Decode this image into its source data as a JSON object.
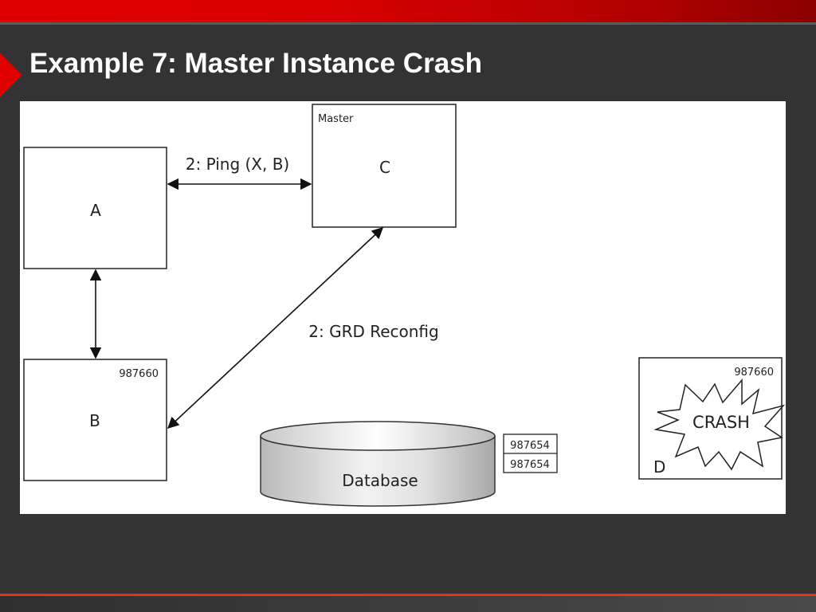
{
  "slide": {
    "title": "Example 7: Master Instance Crash"
  },
  "diagram": {
    "node_a_label": "A",
    "node_b_label": "B",
    "node_b_scn": "987660",
    "node_c_label": "C",
    "node_c_role": "Master",
    "node_d_label": "D",
    "node_d_scn": "987660",
    "crash_label": "CRASH",
    "ping_label": "2: Ping (X, B)",
    "reconfig_label": "2: GRD Reconfig",
    "database_label": "Database",
    "db_scn_1": "987654",
    "db_scn_2": "987654"
  },
  "colors": {
    "brand_red": "#e00000",
    "background": "#333333"
  }
}
